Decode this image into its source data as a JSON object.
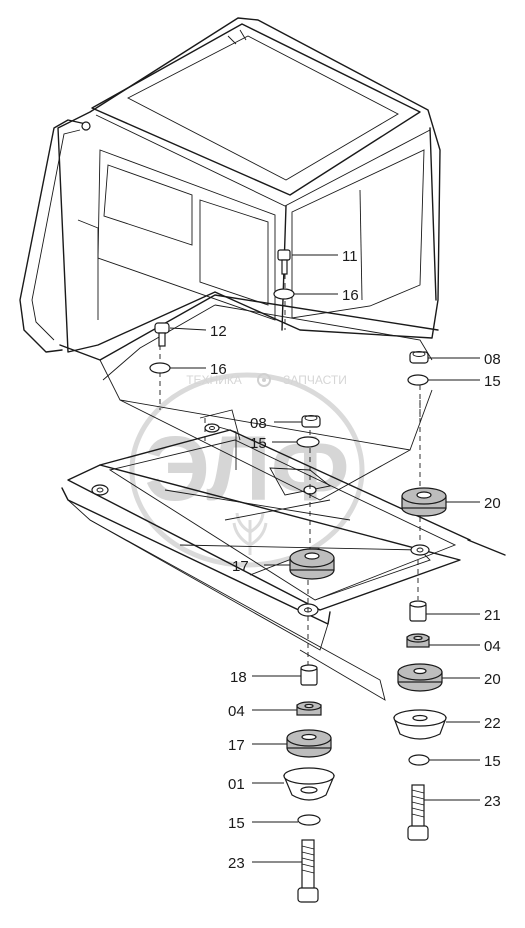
{
  "watermark": {
    "logo_text": "ЭЛФ",
    "caption_left": "ТЕХНИКА",
    "caption_right": "ЗАПЧАСТИ"
  },
  "callouts": [
    {
      "id": "c11",
      "label": "11",
      "part": "bolt"
    },
    {
      "id": "c16a",
      "label": "16",
      "part": "washer"
    },
    {
      "id": "c12",
      "label": "12",
      "part": "bolt"
    },
    {
      "id": "c16b",
      "label": "16",
      "part": "washer"
    },
    {
      "id": "c08a",
      "label": "08",
      "part": "nut"
    },
    {
      "id": "c15a",
      "label": "15",
      "part": "washer"
    },
    {
      "id": "c08b",
      "label": "08",
      "part": "nut"
    },
    {
      "id": "c15b",
      "label": "15",
      "part": "washer"
    },
    {
      "id": "c20a",
      "label": "20",
      "part": "cushion"
    },
    {
      "id": "c17a",
      "label": "17",
      "part": "cushion"
    },
    {
      "id": "c21",
      "label": "21",
      "part": "spacer"
    },
    {
      "id": "c04a",
      "label": "04",
      "part": "ring"
    },
    {
      "id": "c20b",
      "label": "20",
      "part": "cushion"
    },
    {
      "id": "c18",
      "label": "18",
      "part": "spacer"
    },
    {
      "id": "c22",
      "label": "22",
      "part": "plate"
    },
    {
      "id": "c04b",
      "label": "04",
      "part": "ring"
    },
    {
      "id": "c15c",
      "label": "15",
      "part": "washer"
    },
    {
      "id": "c17b",
      "label": "17",
      "part": "cushion"
    },
    {
      "id": "c23a",
      "label": "23",
      "part": "bolt"
    },
    {
      "id": "c01",
      "label": "01",
      "part": "plate"
    },
    {
      "id": "c15d",
      "label": "15",
      "part": "washer"
    },
    {
      "id": "c23b",
      "label": "23",
      "part": "bolt"
    }
  ]
}
